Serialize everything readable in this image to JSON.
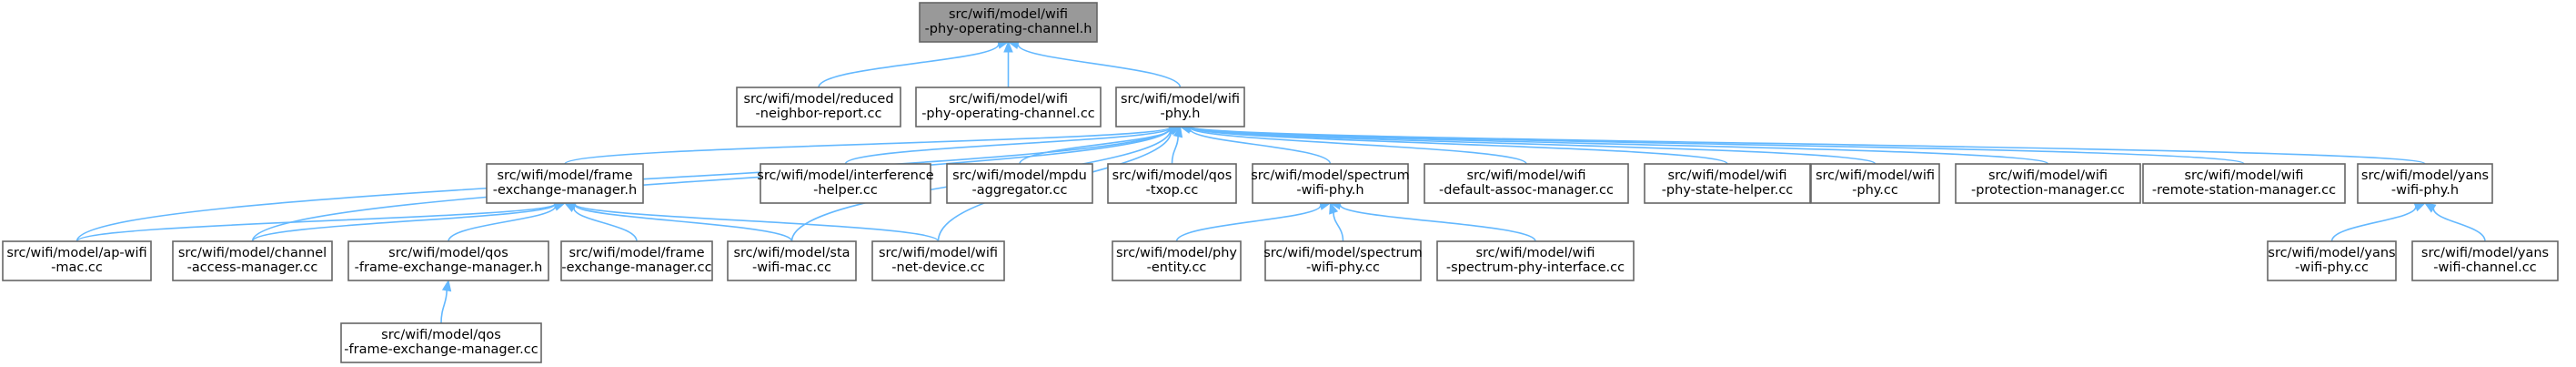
{
  "nodes": {
    "root": {
      "lines": [
        "src/wifi/model/wifi",
        "-phy-operating-channel.h"
      ]
    },
    "reduced": {
      "lines": [
        "src/wifi/model/reduced",
        "-neighbor-report.cc"
      ]
    },
    "opchcc": {
      "lines": [
        "src/wifi/model/wifi",
        "-phy-operating-channel.cc"
      ]
    },
    "phyh": {
      "lines": [
        "src/wifi/model/wifi",
        "-phy.h"
      ]
    },
    "femh": {
      "lines": [
        "src/wifi/model/frame",
        "-exchange-manager.h"
      ]
    },
    "interf": {
      "lines": [
        "src/wifi/model/interference",
        "-helper.cc"
      ]
    },
    "mpdu": {
      "lines": [
        "src/wifi/model/mpdu",
        "-aggregator.cc"
      ]
    },
    "txop": {
      "lines": [
        "src/wifi/model/qos",
        "-txop.cc"
      ]
    },
    "spech": {
      "lines": [
        "src/wifi/model/spectrum",
        "-wifi-phy.h"
      ]
    },
    "defassoc": {
      "lines": [
        "src/wifi/model/wifi",
        "-default-assoc-manager.cc"
      ]
    },
    "statehelper": {
      "lines": [
        "src/wifi/model/wifi",
        "-phy-state-helper.cc"
      ]
    },
    "phycc": {
      "lines": [
        "src/wifi/model/wifi",
        "-phy.cc"
      ]
    },
    "protection": {
      "lines": [
        "src/wifi/model/wifi",
        "-protection-manager.cc"
      ]
    },
    "remote": {
      "lines": [
        "src/wifi/model/wifi",
        "-remote-station-manager.cc"
      ]
    },
    "yansh": {
      "lines": [
        "src/wifi/model/yans",
        "-wifi-phy.h"
      ]
    },
    "apmac": {
      "lines": [
        "src/wifi/model/ap-wifi",
        "-mac.cc"
      ]
    },
    "channelacc": {
      "lines": [
        "src/wifi/model/channel",
        "-access-manager.cc"
      ]
    },
    "qosfemh": {
      "lines": [
        "src/wifi/model/qos",
        "-frame-exchange-manager.h"
      ]
    },
    "femcc": {
      "lines": [
        "src/wifi/model/frame",
        "-exchange-manager.cc"
      ]
    },
    "stamac": {
      "lines": [
        "src/wifi/model/sta",
        "-wifi-mac.cc"
      ]
    },
    "netdev": {
      "lines": [
        "src/wifi/model/wifi",
        "-net-device.cc"
      ]
    },
    "phyentity": {
      "lines": [
        "src/wifi/model/phy",
        "-entity.cc"
      ]
    },
    "specphycc": {
      "lines": [
        "src/wifi/model/spectrum",
        "-wifi-phy.cc"
      ]
    },
    "specif": {
      "lines": [
        "src/wifi/model/wifi",
        "-spectrum-phy-interface.cc"
      ]
    },
    "yansphycc": {
      "lines": [
        "src/wifi/model/yans",
        "-wifi-phy.cc"
      ]
    },
    "yanschan": {
      "lines": [
        "src/wifi/model/yans",
        "-wifi-channel.cc"
      ]
    },
    "qosfemcc": {
      "lines": [
        "src/wifi/model/qos",
        "-frame-exchange-manager.cc"
      ]
    }
  },
  "edges": [
    [
      "root",
      "reduced"
    ],
    [
      "root",
      "opchcc"
    ],
    [
      "root",
      "phyh"
    ],
    [
      "phyh",
      "femh"
    ],
    [
      "phyh",
      "interf"
    ],
    [
      "phyh",
      "mpdu"
    ],
    [
      "phyh",
      "txop"
    ],
    [
      "phyh",
      "spech"
    ],
    [
      "phyh",
      "defassoc"
    ],
    [
      "phyh",
      "statehelper"
    ],
    [
      "phyh",
      "phycc"
    ],
    [
      "phyh",
      "protection"
    ],
    [
      "phyh",
      "remote"
    ],
    [
      "phyh",
      "yansh"
    ],
    [
      "phyh",
      "apmac"
    ],
    [
      "phyh",
      "channelacc"
    ],
    [
      "phyh",
      "stamac"
    ],
    [
      "phyh",
      "netdev"
    ],
    [
      "femh",
      "apmac"
    ],
    [
      "femh",
      "channelacc"
    ],
    [
      "femh",
      "qosfemh"
    ],
    [
      "femh",
      "femcc"
    ],
    [
      "femh",
      "stamac"
    ],
    [
      "femh",
      "netdev"
    ],
    [
      "qosfemh",
      "qosfemcc"
    ],
    [
      "spech",
      "phyentity"
    ],
    [
      "spech",
      "specphycc"
    ],
    [
      "spech",
      "specif"
    ],
    [
      "yansh",
      "yansphycc"
    ],
    [
      "yansh",
      "yanschan"
    ]
  ],
  "colors": {
    "edge": "#63b8ff",
    "root_fill": "#999999",
    "node_border": "#666666"
  }
}
